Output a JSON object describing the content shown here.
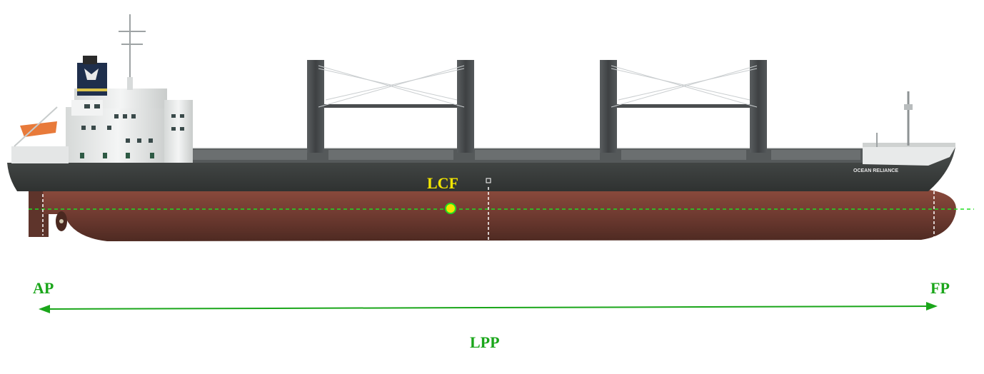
{
  "labels": {
    "lcf": "LCF",
    "ap": "AP",
    "fp": "FP",
    "lpp": "LPP",
    "hull_name": "OCEAN RELIANCE"
  },
  "colors": {
    "accent_green": "#1aa61a",
    "waterline_green": "#22dd22",
    "lcf_yellow": "#f2e600",
    "hull_red": "#6e3a30",
    "hull_dark": "#3b3e3d",
    "superstructure": "#eceeed",
    "crane": "#4a4d4f"
  }
}
